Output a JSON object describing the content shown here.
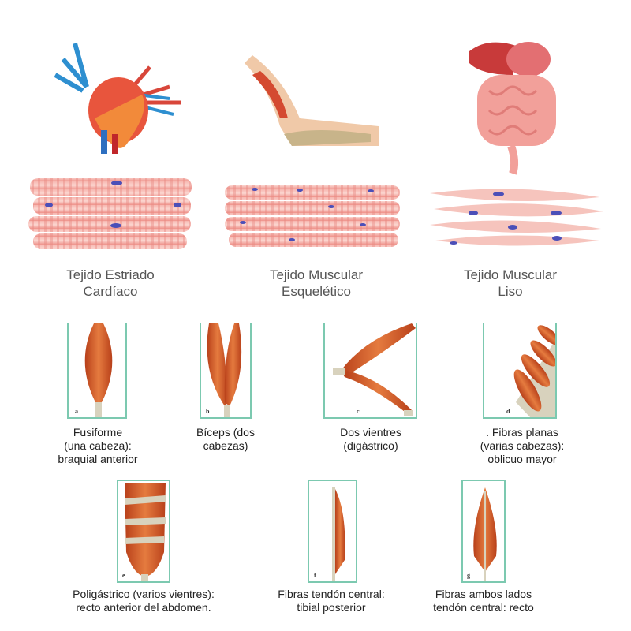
{
  "tissues": [
    {
      "line1": "Tejido Estriado",
      "line2": "Cardíaco",
      "organ": "heart-illustration"
    },
    {
      "line1": "Tejido Muscular",
      "line2": "Esquelético",
      "organ": "elbow-arm-illustration"
    },
    {
      "line1": "Tejido Muscular",
      "line2": "Liso",
      "organ": "digestive-organs-illustration"
    }
  ],
  "muscle_types": [
    {
      "letter": "a",
      "lines": [
        "Fusiforme",
        "(una cabeza):",
        "braquial anterior"
      ]
    },
    {
      "letter": "b",
      "lines": [
        "Bíceps (dos",
        "cabezas)"
      ]
    },
    {
      "letter": "c",
      "lines": [
        "Dos vientres",
        "(digástrico)"
      ]
    },
    {
      "letter": "d",
      "lines": [
        ". Fibras planas",
        "(varias cabezas):",
        "oblicuo mayor"
      ]
    },
    {
      "letter": "e",
      "lines": [
        "Poligástrico (varios vientres):",
        "recto anterior del abdomen."
      ]
    },
    {
      "letter": "f",
      "lines": [
        "Fibras tendón central:",
        "tibial posterior"
      ]
    },
    {
      "letter": "g",
      "lines": [
        "Fibras ambos lados",
        "tendón central: recto"
      ]
    }
  ],
  "colors": {
    "muscle": "#d9602a",
    "tendon": "#d8d2bd",
    "frame": "#7cc9b0",
    "tissue": "#f3a9a3",
    "nucleus": "#4b4fb8"
  }
}
